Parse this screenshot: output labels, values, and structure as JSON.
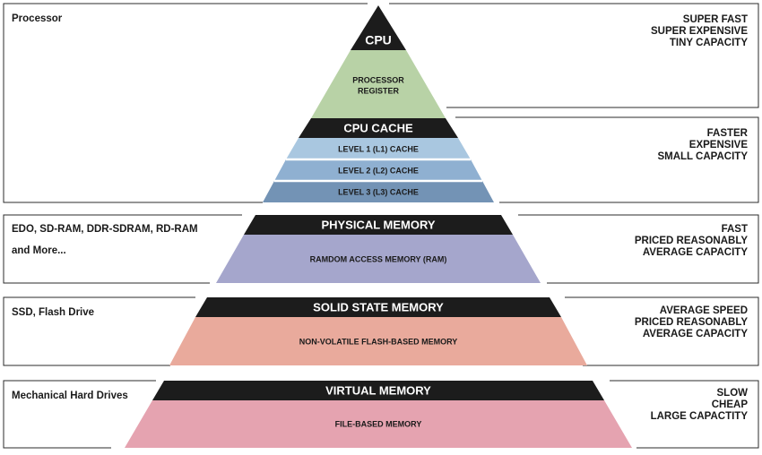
{
  "diagram": {
    "levels": [
      {
        "id": "cpu",
        "title": "CPU",
        "body": [
          "PROCESSOR",
          "REGISTER"
        ],
        "color": "#b8d2a6"
      },
      {
        "id": "cache",
        "title": "CPU CACHE",
        "items": [
          "LEVEL 1 (L1) CACHE",
          "LEVEL 2 (L2) CACHE",
          "LEVEL 3 (L3) CACHE"
        ],
        "colors": [
          "#a9c7e0",
          "#8fb0d1",
          "#7393b5"
        ]
      },
      {
        "id": "physical",
        "title": "PHYSICAL MEMORY",
        "body": [
          "RAMDOM ACCESS MEMORY (RAM)"
        ],
        "color": "#a5a6cc"
      },
      {
        "id": "ssd",
        "title": "SOLID STATE MEMORY",
        "body": [
          "NON-VOLATILE FLASH-BASED MEMORY"
        ],
        "color": "#e9aa9c"
      },
      {
        "id": "virtual",
        "title": "VIRTUAL MEMORY",
        "body": [
          "FILE-BASED MEMORY"
        ],
        "color": "#e5a3b0"
      }
    ],
    "left_labels": [
      {
        "lines": [
          "Processor"
        ]
      },
      {
        "lines": [
          "EDO, SD-RAM, DDR-SDRAM, RD-RAM",
          "and More..."
        ]
      },
      {
        "lines": [
          "SSD, Flash Drive"
        ]
      },
      {
        "lines": [
          "Mechanical Hard Drives"
        ]
      }
    ],
    "right_labels": [
      {
        "lines": [
          "SUPER FAST",
          "SUPER EXPENSIVE",
          "TINY CAPACITY"
        ]
      },
      {
        "lines": [
          "FASTER",
          "EXPENSIVE",
          "SMALL CAPACITY"
        ]
      },
      {
        "lines": [
          "FAST",
          "PRICED REASONABLY",
          "AVERAGE CAPACITY"
        ]
      },
      {
        "lines": [
          "AVERAGE SPEED",
          "PRICED REASONABLY",
          "AVERAGE CAPACITY"
        ]
      },
      {
        "lines": [
          "SLOW",
          "CHEAP",
          "LARGE CAPACTITY"
        ]
      }
    ]
  }
}
